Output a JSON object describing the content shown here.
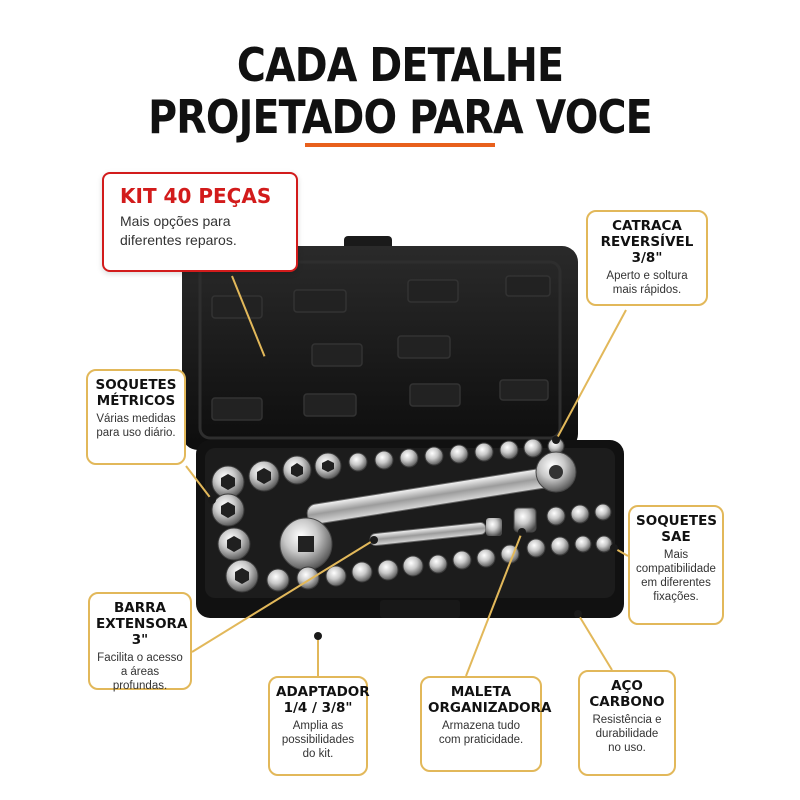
{
  "headline": {
    "line1": "CADA DETALHE",
    "line2": "PROJETADO PARA VOCE"
  },
  "colors": {
    "accent": "#e8601c",
    "kit_red": "#d21b1b",
    "card_border": "#e2b85a",
    "case": "#141414"
  },
  "callouts": {
    "kit": {
      "title": "KIT 40 PEÇAS",
      "line1": "Mais opções para",
      "line2": "diferentes reparos."
    },
    "catraca": {
      "title1": "CATRACA",
      "title2": "REVERSÍVEL 3/8\"",
      "line1": "Aperto e soltura",
      "line2": "mais rápidos."
    },
    "metricos": {
      "title1": "SOQUETES",
      "title2": "MÉTRICOS",
      "line1": "Várias medidas",
      "line2": "para uso diário."
    },
    "sae": {
      "title1": "SOQUETES",
      "title2": "SAE",
      "line1": "Mais",
      "line2": "compatibilidade",
      "line3": "em diferentes",
      "line4": "fixações."
    },
    "barra": {
      "title1": "BARRA",
      "title2": "EXTENSORA 3\"",
      "line1": "Facilita o acesso",
      "line2": "a áreas profundas."
    },
    "adaptador": {
      "title1": "ADAPTADOR",
      "title2": "1/4 / 3/8\"",
      "line1": "Amplia as",
      "line2": "possibilidades",
      "line3": "do kit."
    },
    "maleta": {
      "title1": "MALETA",
      "title2": "ORGANIZADORA",
      "line1": "Armazena tudo",
      "line2": "com praticidade."
    },
    "aco": {
      "title1": "AÇO",
      "title2": "CARBONO",
      "line1": "Resistência e",
      "line2": "durabilidade",
      "line3": "no uso."
    }
  },
  "icons": {
    "product": "socket-set-case-illustration",
    "leader_lines": "callout-leader-lines"
  }
}
